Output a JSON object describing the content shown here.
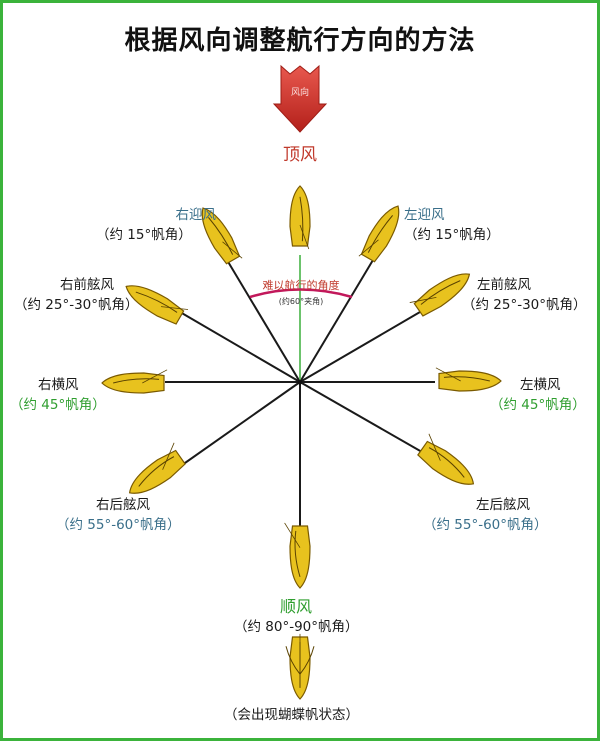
{
  "title": "根据风向调整航行方向的方法",
  "wind_arrow": {
    "text": "风向",
    "name": "顶风"
  },
  "no_go_zone": {
    "label": "难以航行的角度",
    "sub": "(约60°夹角)"
  },
  "labels": {
    "right_close": {
      "name": "右迎风",
      "angle": "（约 15°帆角）"
    },
    "left_close": {
      "name": "左迎风",
      "angle": "（约 15°帆角）"
    },
    "right_close_reach": {
      "name": "右前舷风",
      "angle": "（约 25°-30°帆角）"
    },
    "left_close_reach": {
      "name": "左前舷风",
      "angle": "（约 25°-30°帆角）"
    },
    "right_beam": {
      "name": "右横风",
      "angle": "（约 45°帆角）"
    },
    "left_beam": {
      "name": "左横风",
      "angle": "（约 45°帆角）"
    },
    "right_broad": {
      "name": "右后舷风",
      "angle": "（约 55°-60°帆角）"
    },
    "left_broad": {
      "name": "左后舷风",
      "angle": "（约 55°-60°帆角）"
    },
    "run": {
      "name": "顺风",
      "angle": "（约 80°-90°帆角）"
    },
    "butterfly": {
      "note": "（会出现蝴蝶帆状态）"
    }
  },
  "colors": {
    "border": "#3bb33b",
    "hull_fill": "#e8c21e",
    "hull_stroke": "#7a5a00",
    "arrow": "#d8322a",
    "green_line": "#6cc36c",
    "arc": "#c2185b"
  }
}
